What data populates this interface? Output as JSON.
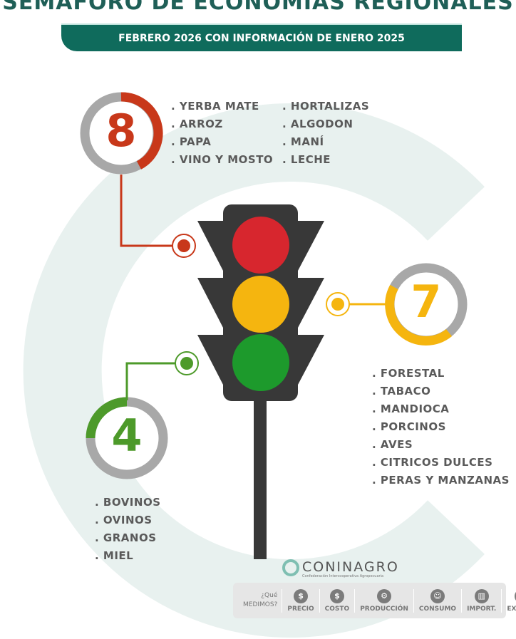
{
  "title": "SEMÁFORO DE ECONOMÍAS REGIONALES",
  "subtitle": "FEBRERO 2026 CON INFORMACIÓN DE ENERO 2025",
  "red": {
    "count": "8",
    "color": "#c8381a",
    "items": [
      ". YERBA MATE",
      ". ARROZ",
      ". PAPA",
      ". VINO Y MOSTO",
      ". HORTALIZAS",
      ". ALGODON",
      ". MANÍ",
      ". LECHE"
    ]
  },
  "yellow": {
    "count": "7",
    "color": "#f5b50f",
    "items": [
      ". FORESTAL",
      ". TABACO",
      ". MANDIOCA",
      ". PORCINOS",
      ". AVES",
      ". CITRICOS DULCES",
      ". PERAS Y MANZANAS"
    ]
  },
  "green": {
    "count": "4",
    "color": "#4d9a2a",
    "items": [
      ". BOVINOS",
      ". OVINOS",
      ". GRANOS",
      ". MIEL"
    ]
  },
  "logo": {
    "name": "CONINAGRO",
    "tagline": "Confederación Intercooperativa Agropecuaria"
  },
  "measures": {
    "label1": "¿Qué",
    "label2": "MEDIMOS?",
    "items": [
      {
        "icon": "$",
        "label": "PRECIO"
      },
      {
        "icon": "$",
        "label": "COSTO"
      },
      {
        "icon": "⚙",
        "label": "PRODUCCIÓN"
      },
      {
        "icon": "☺",
        "label": "CONSUMO"
      },
      {
        "icon": "▥",
        "label": "IMPORT."
      },
      {
        "icon": "⊕",
        "label": "EXPORT."
      }
    ]
  }
}
